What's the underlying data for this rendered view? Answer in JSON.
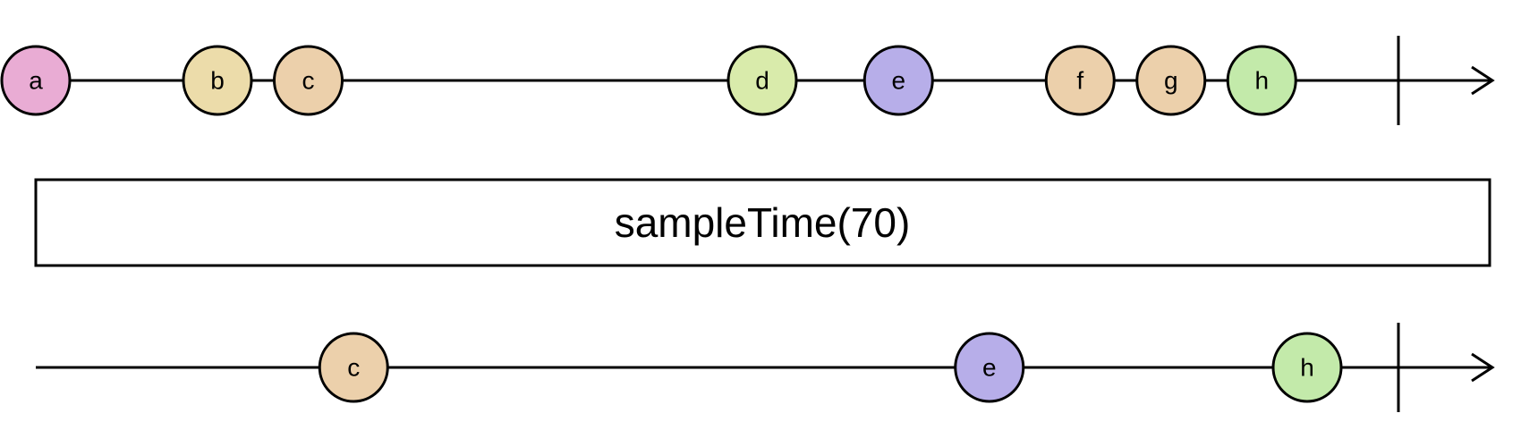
{
  "operator": {
    "label": "sampleTime(70)"
  },
  "input_stream": {
    "completes": true,
    "marbles": [
      {
        "label": "a",
        "color": "#e9acd4",
        "time": 0
      },
      {
        "label": "b",
        "color": "#ecdcaa",
        "time": 20
      },
      {
        "label": "c",
        "color": "#ecd0ab",
        "time": 30
      },
      {
        "label": "d",
        "color": "#d9ebab",
        "time": 80
      },
      {
        "label": "e",
        "color": "#b7aee9",
        "time": 95
      },
      {
        "label": "f",
        "color": "#ecd0ab",
        "time": 115
      },
      {
        "label": "g",
        "color": "#ecd0ab",
        "time": 125
      },
      {
        "label": "h",
        "color": "#c3eaaa",
        "time": 135
      }
    ]
  },
  "output_stream": {
    "completes": true,
    "marbles": [
      {
        "label": "c",
        "color": "#ecd0ab",
        "time": 35
      },
      {
        "label": "e",
        "color": "#b7aee9",
        "time": 105
      },
      {
        "label": "h",
        "color": "#c3eaaa",
        "time": 140
      }
    ]
  }
}
